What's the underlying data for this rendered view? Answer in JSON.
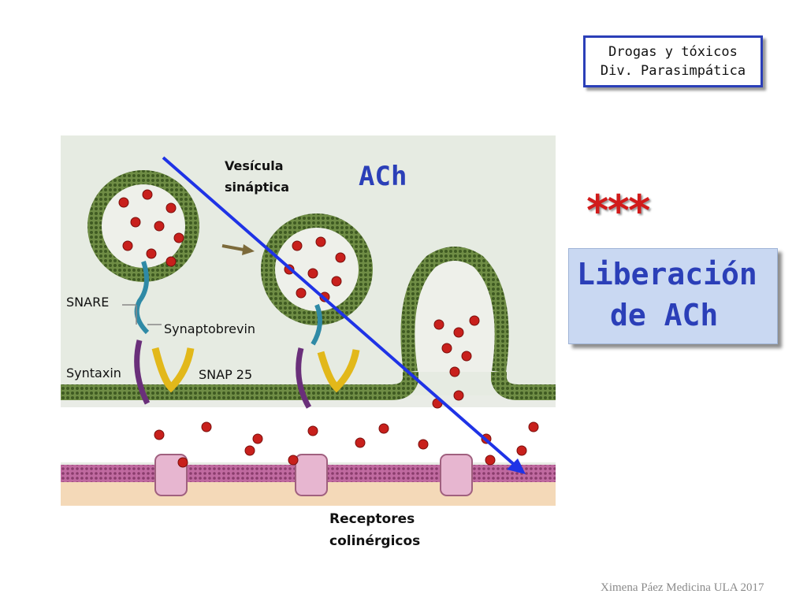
{
  "header": {
    "line1": "Drogas y tóxicos",
    "line2": "Div. Parasimpática"
  },
  "diagram": {
    "vesicle_label_line1": "Vesícula",
    "vesicle_label_line2": "sináptica",
    "ach_label": "ACh",
    "snare_label": "SNARE",
    "synaptobrevin_label": "Synaptobrevin",
    "syntaxin_label": "Syntaxin",
    "snap25_label": "SNAP 25",
    "receptors_line1": "Receptores",
    "receptors_line2": "colinérgicos"
  },
  "emphasis": {
    "stars": "***"
  },
  "release_box": {
    "line1": "Liberación",
    "line2": "de ACh"
  },
  "footer": {
    "credit": "Ximena Páez Medicina ULA 2017"
  },
  "colors": {
    "accent_blue": "#2b3fb8",
    "star_red": "#d11b1b",
    "membrane_green": "#5d7a3a",
    "postsynaptic_magenta": "#b0578f",
    "ach_dot": "#c8201c",
    "release_box_fill": "#c9d8f2"
  }
}
